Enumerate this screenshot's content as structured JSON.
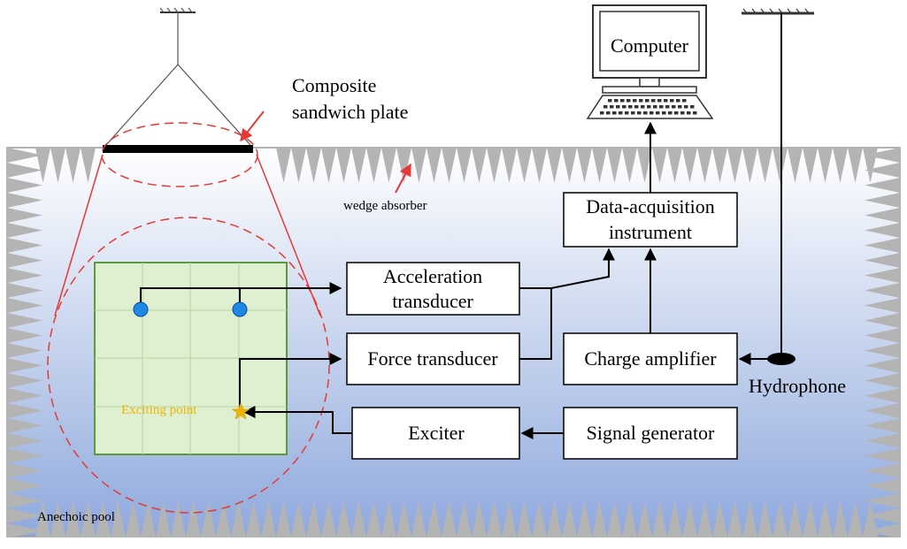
{
  "labels": {
    "plate": "Composite sandwich plate",
    "plate_line1": "Composite",
    "plate_line2": "sandwich plate",
    "wedge": "wedge absorber",
    "pool": "Anechoic pool",
    "exciting_point": "Exciting point",
    "hydrophone": "Hydrophone",
    "computer": "Computer"
  },
  "boxes": {
    "acceleration_line1": "Acceleration",
    "acceleration_line2": "transducer",
    "force": "Force transducer",
    "exciter": "Exciter",
    "daq_line1": "Data-acquisition",
    "daq_line2": "instrument",
    "charge": "Charge amplifier",
    "signal": "Signal generator"
  },
  "colors": {
    "water_top": "#ffffff",
    "water_bottom": "#8fa9dd",
    "absorber": "#b4b4b4",
    "highlight": "#e53935",
    "plate_fill": "#dff0d0",
    "plate_border": "#5a9a3a",
    "sensor": "#1e88e5",
    "exciting": "#f0b400"
  }
}
